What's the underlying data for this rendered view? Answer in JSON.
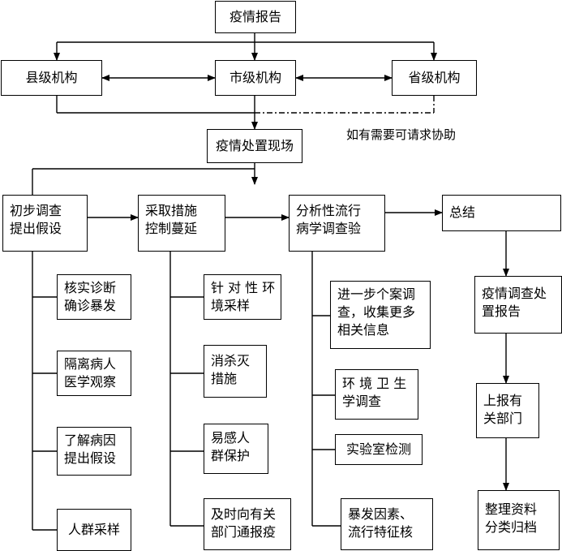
{
  "diagram": {
    "top": "疫情报告",
    "county": "县级机构",
    "city": "市级机构",
    "province": "省级机构",
    "assist_note": "如有需要可请求协助",
    "onsite": "疫情处置现场",
    "step1": {
      "l1": "初步调查",
      "l2": "提出假设"
    },
    "step2": {
      "l1": "采取措施",
      "l2": "控制蔓延"
    },
    "step3": {
      "l1": "分析性流行",
      "l2": "病学调查验"
    },
    "summary": "总结",
    "col1": [
      {
        "l1": "核实诊断",
        "l2": "确诊暴发"
      },
      {
        "l1": "隔离病人",
        "l2": "医学观察"
      },
      {
        "l1": "了解病因",
        "l2": "提出假设"
      },
      {
        "l1": "人群采样",
        "l2": ""
      }
    ],
    "col2": [
      {
        "l1": "针 对 性 环",
        "l2": "境采样"
      },
      {
        "l1": "消杀灭",
        "l2": "措施"
      },
      {
        "l1": "易感人",
        "l2": "群保护"
      },
      {
        "l1": "及时向有关",
        "l2": "部门通报疫"
      }
    ],
    "col3": [
      {
        "l1": "进一步个案调",
        "l2": "查，收集更多",
        "l3": "相关信息"
      },
      {
        "l1": "环 境 卫 生",
        "l2": "学调查"
      },
      {
        "l1": "实验室检测",
        "l2": ""
      },
      {
        "l1": "暴发因素、",
        "l2": "流行特征核"
      }
    ],
    "col4": [
      {
        "l1": "疫情调查处",
        "l2": "置报告"
      },
      {
        "l1": "上报有",
        "l2": "关部门"
      },
      {
        "l1": "整理资料",
        "l2": "分类归档"
      }
    ]
  }
}
